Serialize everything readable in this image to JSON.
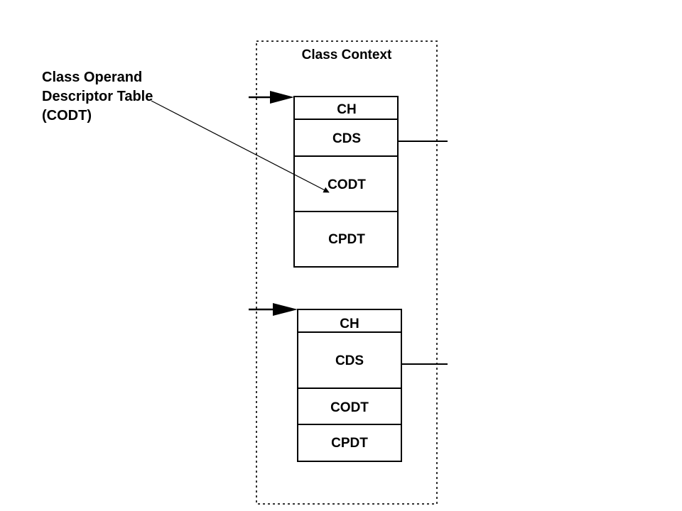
{
  "callout": {
    "lines": [
      "Class Operand",
      "Descriptor Table",
      "(CODT)"
    ]
  },
  "context": {
    "title": "Class Context"
  },
  "stacks": [
    {
      "cells": [
        "CH",
        "CDS",
        "CODT",
        "CPDT"
      ]
    },
    {
      "cells": [
        "CH",
        "CDS",
        "CODT",
        "CPDT"
      ]
    }
  ],
  "colors": {
    "ink": "#000000",
    "background": "#ffffff"
  }
}
